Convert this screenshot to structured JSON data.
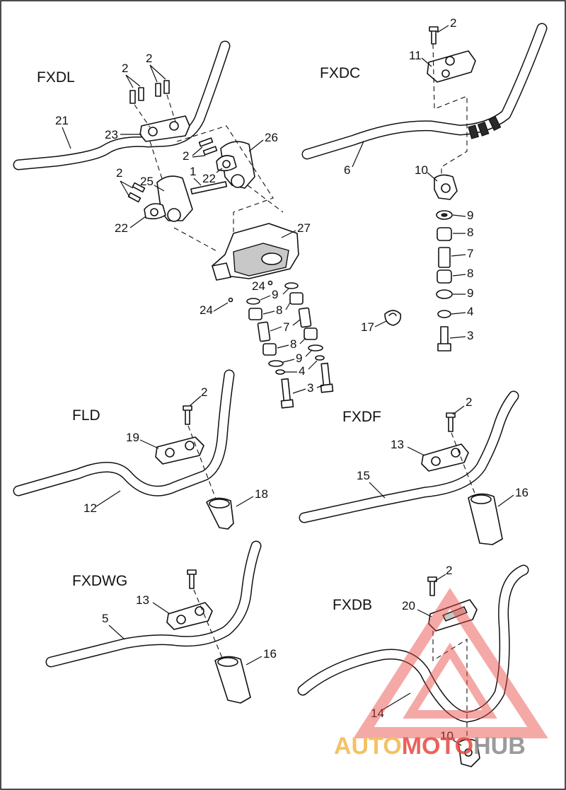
{
  "models": [
    "FXDL",
    "FXDC",
    "FLD",
    "FXDF",
    "FXDWG",
    "FXDB"
  ],
  "callouts": {
    "n1": "1",
    "n2": "2",
    "n3": "3",
    "n4": "4",
    "n5": "5",
    "n6": "6",
    "n7": "7",
    "n8": "8",
    "n9": "9",
    "n10": "10",
    "n11": "11",
    "n12": "12",
    "n13": "13",
    "n14": "14",
    "n15": "15",
    "n16": "16",
    "n17": "17",
    "n18": "18",
    "n19": "19",
    "n20": "20",
    "n21": "21",
    "n22": "22",
    "n23": "23",
    "n24": "24",
    "n25": "25",
    "n26": "26",
    "n27": "27"
  },
  "watermark": {
    "part1": "AUTO",
    "part2": "MOTO",
    "part3": "HUB",
    "color_orange": "#f2b84b",
    "color_red": "#e8473f",
    "color_grey": "#8a8a8a"
  }
}
